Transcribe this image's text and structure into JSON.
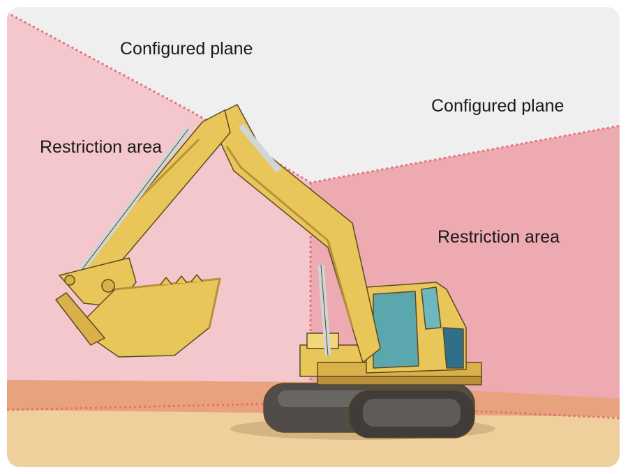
{
  "labels": {
    "plane_left": "Configured plane",
    "plane_right": "Configured plane",
    "area_left": "Restriction area",
    "area_right": "Restriction area"
  },
  "colors": {
    "sky": "#efefef",
    "restriction_left": "#f3c7cb",
    "restriction_right": "#eeaab1",
    "plane_line": "#e56f7a",
    "ground_band": "#e8a27e",
    "ground": "#efcf9b",
    "machine_yellow": "#e9c659",
    "machine_shadow": "#b8913a",
    "cab_glass": "#5aa7ae",
    "track": "#4f4c49"
  },
  "icons": {
    "machine": "hydraulic-excavator"
  }
}
